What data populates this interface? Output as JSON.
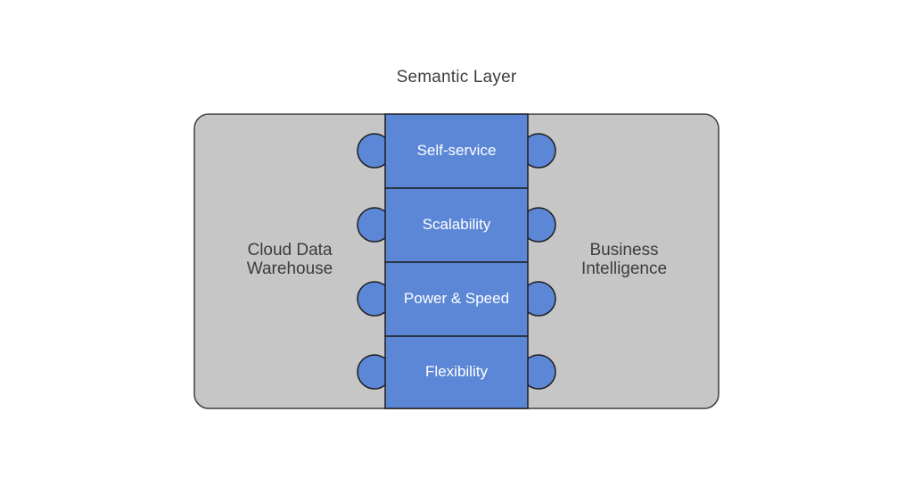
{
  "title": "Semantic Layer",
  "left_panel": {
    "label": "Cloud Data\nWarehouse"
  },
  "right_panel": {
    "label": "Business\nIntelligence"
  },
  "pieces": [
    {
      "label": "Self-service"
    },
    {
      "label": "Scalability"
    },
    {
      "label": "Power & Speed"
    },
    {
      "label": "Flexibility"
    }
  ],
  "colors": {
    "panel_fill": "#c6c6c6",
    "panel_stroke": "#3f3f3f",
    "piece_fill": "#5b87d6",
    "piece_stroke": "#1f1f1f",
    "text": "#3d3d3d",
    "piece_text": "#ffffff"
  }
}
